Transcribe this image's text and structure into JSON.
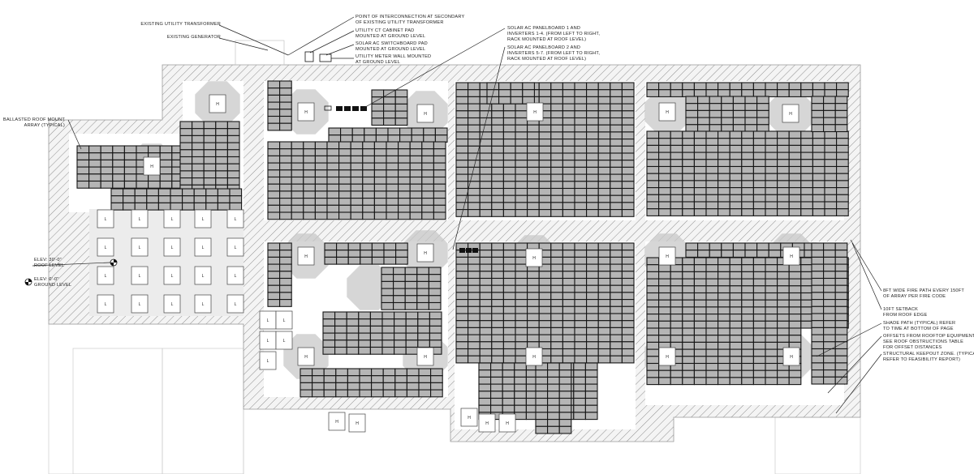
{
  "drawing": {
    "title": "Rooftop solar array site plan",
    "symbols": {
      "hvac_unit": "H",
      "light_unit": "L"
    }
  },
  "callouts": {
    "transformer": [
      "EXISTING UTILITY TRANSFORMER"
    ],
    "generator": [
      "EXISTING GENERATOR"
    ],
    "poi": [
      "POINT OF INTERCONNECTION AT SECONDARY",
      "OF EXISTING UTILITY TRANSFORMER"
    ],
    "ct_cabinet": [
      "UTILITY CT CABINET PAD",
      "MOUNTED AT GROUND LEVEL"
    ],
    "switchboard": [
      "SOLAR AC SWITCHBOARD PAD",
      "MOUNTED AT GROUND LEVEL"
    ],
    "meter": [
      "UTILITY METER WALL MOUNTED",
      "AT GROUND LEVEL"
    ],
    "panelboard1": [
      "SOLAR AC PANELBOARD 1 AND",
      "INVERTERS 1-4. (FROM LEFT TO RIGHT,",
      "RACK MOUNTED AT ROOF LEVEL)"
    ],
    "panelboard2": [
      "SOLAR AC PANELBOARD 2 AND",
      "INVERTERS 5-7. (FROM LEFT TO RIGHT,",
      "RACK MOUNTED AT ROOF LEVEL)"
    ],
    "ballasted": [
      "BALLASTED ROOF MOUNT",
      "ARRAY (TYPICAL)"
    ],
    "elev_roof": [
      "ELEV: 30'-0\"",
      "ROOF LEVEL"
    ],
    "elev_ground": [
      "ELEV: 0'-0\"",
      "GROUND LEVEL"
    ],
    "fire_path": [
      "8FT WIDE FIRE PATH EVERY 150FT",
      "OF ARRAY PER FIRE CODE"
    ],
    "setback": [
      "10FT SETBACK",
      "FROM ROOF EDGE"
    ],
    "shade_path": [
      "SHADE PATH (TYPICAL) REFER",
      "TO TIME AT BOTTOM OF PAGE"
    ],
    "offsets": [
      "OFFSETS FROM ROOFTOP EQUIPMENT.",
      "SEE ROOF OBSTRUCTIONS TABLE",
      "FOR OFFSET DISTANCES"
    ],
    "keepout": [
      "STRUCTURAL KEEPOUT ZONE. (TYPICAL,",
      "REFER TO FEASIBILITY REPORT)"
    ]
  }
}
